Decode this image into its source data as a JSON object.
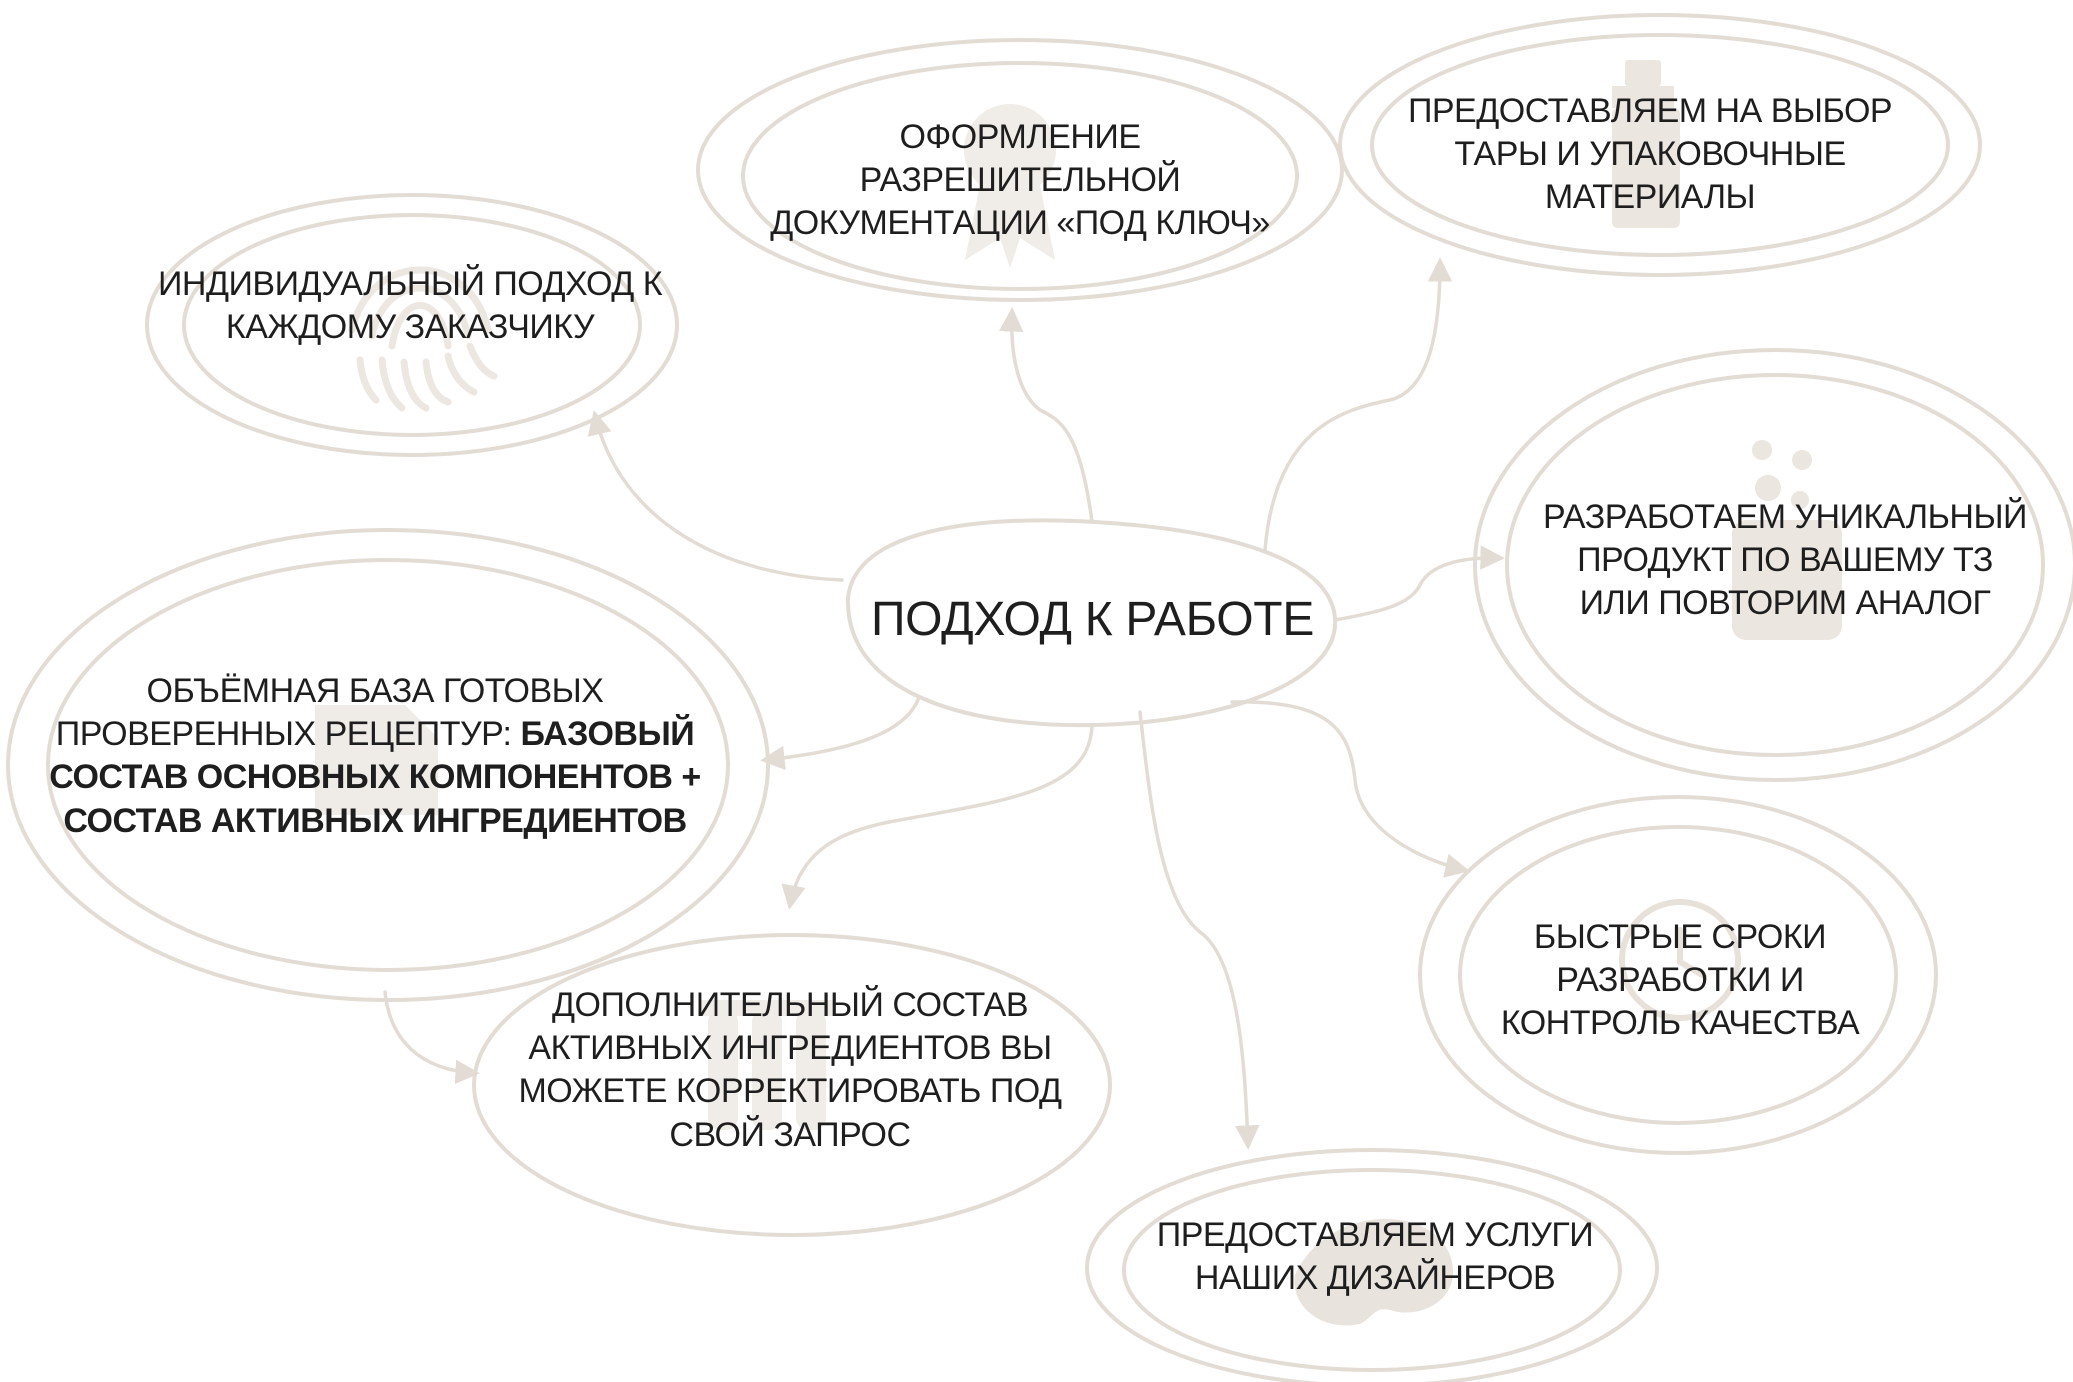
{
  "center": {
    "label": "ПОДХОД К РАБОТЕ"
  },
  "nodes": [
    {
      "id": "individual",
      "icon": "fingerprint-icon",
      "lines": [
        "ИНДИВИДУАЛЬНЫЙ ПОДХОД К",
        "КАЖДОМУ ЗАКАЗЧИКУ"
      ]
    },
    {
      "id": "documents",
      "icon": "certificate-icon",
      "lines": [
        "ОФОРМЛЕНИЕ",
        "РАЗРЕШИТЕЛЬНОЙ",
        "ДОКУМЕНТАЦИИ «ПОД КЛЮЧ»"
      ]
    },
    {
      "id": "packaging",
      "icon": "bottle-icon",
      "lines": [
        "ПРЕДОСТАВЛЯЕМ НА ВЫБОР",
        "ТАРЫ И УПАКОВОЧНЫЕ",
        "МАТЕРИАЛЫ"
      ]
    },
    {
      "id": "unique-product",
      "icon": "flask-icon",
      "lines": [
        "РАЗРАБОТАЕМ УНИКАЛЬНЫЙ",
        "ПРОДУКТ ПО ВАШЕМУ ТЗ",
        "ИЛИ ПОВТОРИМ АНАЛОГ"
      ]
    },
    {
      "id": "recipes",
      "icon": "document-icon",
      "line1": "ОБЪЁМНАЯ БАЗА ГОТОВЫХ",
      "line2_regular": "ПРОВЕРЕННЫХ РЕЦЕПТУР: ",
      "line2_bold": "БАЗОВЫЙ",
      "line3_bold": "СОСТАВ ОСНОВНЫХ КОМПОНЕНТОВ +",
      "line4_bold": "СОСТАВ АКТИВНЫХ ИНГРЕДИЕНТОВ"
    },
    {
      "id": "additional",
      "icon": "test-tubes-icon",
      "lines": [
        "ДОПОЛНИТЕЛЬНЫЙ СОСТАВ",
        "АКТИВНЫХ ИНГРЕДИЕНТОВ ВЫ",
        "МОЖЕТЕ КОРРЕКТИРОВАТЬ ПОД",
        "СВОЙ ЗАПРОС"
      ]
    },
    {
      "id": "fast",
      "icon": "clock-icon",
      "lines": [
        "БЫСТРЫЕ СРОКИ",
        "РАЗРАБОТКИ И",
        "КОНТРОЛЬ КАЧЕСТВА"
      ]
    },
    {
      "id": "designers",
      "icon": "palette-icon",
      "lines": [
        "ПРЕДОСТАВЛЯЕМ УСЛУГИ",
        "НАШИХ ДИЗАЙНЕРОВ"
      ]
    }
  ],
  "colors": {
    "stroke": "#e2dcd4",
    "icon": "#efebe6",
    "text": "#1e1e1e"
  }
}
